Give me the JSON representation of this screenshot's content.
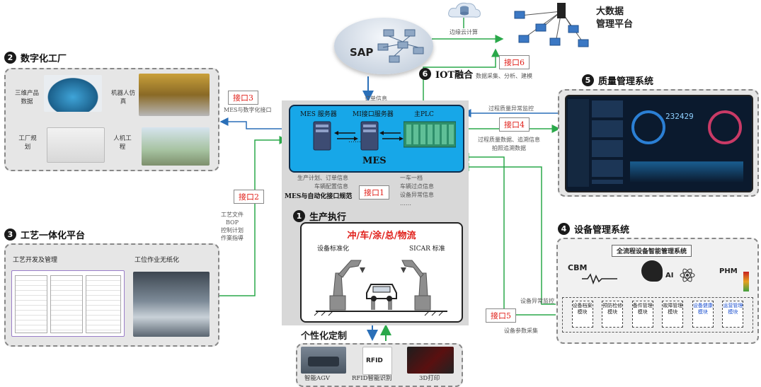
{
  "top": {
    "sap_label": "SAP",
    "cloud_label": "边缘云计算",
    "bigdata_title_line1": "大数据",
    "bigdata_title_line2": "管理平台",
    "iface6": "接口6",
    "iface6_desc": "数据采集、分析、建模",
    "iot_num": "6",
    "iot_title": "IOT融合",
    "order_info": "订单信息"
  },
  "digital_factory": {
    "num": "2",
    "title": "数字化工厂",
    "items": [
      "三维产品数据",
      "机器人仿真",
      "工厂规划",
      "人机工程"
    ]
  },
  "iface3": {
    "label": "接口3",
    "desc": "MES与数字化接口"
  },
  "iface2": {
    "label": "接口2",
    "desc": "工艺文件\nBOP\n控制计划\n作業指導"
  },
  "process_platform": {
    "num": "3",
    "title": "工艺一体化平台",
    "left_title": "工艺开发及管理",
    "right_title": "工位作业无纸化"
  },
  "mes": {
    "server1": "MES 服务器",
    "server2": "MI接口服务器",
    "plc": "主PLC",
    "label": "MES",
    "left_info": "生产计划、订单信息\n车辆配置信息",
    "left_note": "MES与自动化接口规范",
    "right_info": "一车一档\n车辆过点信息\n设备异常信息",
    "ellipsis": "……",
    "iface1": "接口1"
  },
  "production": {
    "num": "1",
    "title": "生产执行",
    "process": "冲/车/涂/总/物流",
    "left_label": "设备标准化",
    "right_label": "SICAR 标准"
  },
  "custom": {
    "title": "个性化定制",
    "items": [
      "智能AGV",
      "RFID智能识别",
      "3D打印"
    ],
    "rfid_text": "RFID"
  },
  "quality": {
    "num": "5",
    "title": "质量管理系统",
    "arrow1": "过程质量异常监控",
    "iface4": "接口4",
    "desc": "过程质量数据、追溯信息\n拍照追溯数据",
    "screen_number": "232429"
  },
  "equipment": {
    "num": "4",
    "title": "设备管理系统",
    "iface5": "接口5",
    "abnormal": "设备异常监控",
    "params": "设备参数采集",
    "panel_title": "全流程设备智能管理系统",
    "cbm": "CBM",
    "ai": "AI",
    "phm": "PHM",
    "boxes": [
      "设备档案模块",
      "预防检修模块",
      "备件管理模块",
      "故障管理模块",
      "设备健康模块",
      "运营管理模块"
    ]
  }
}
